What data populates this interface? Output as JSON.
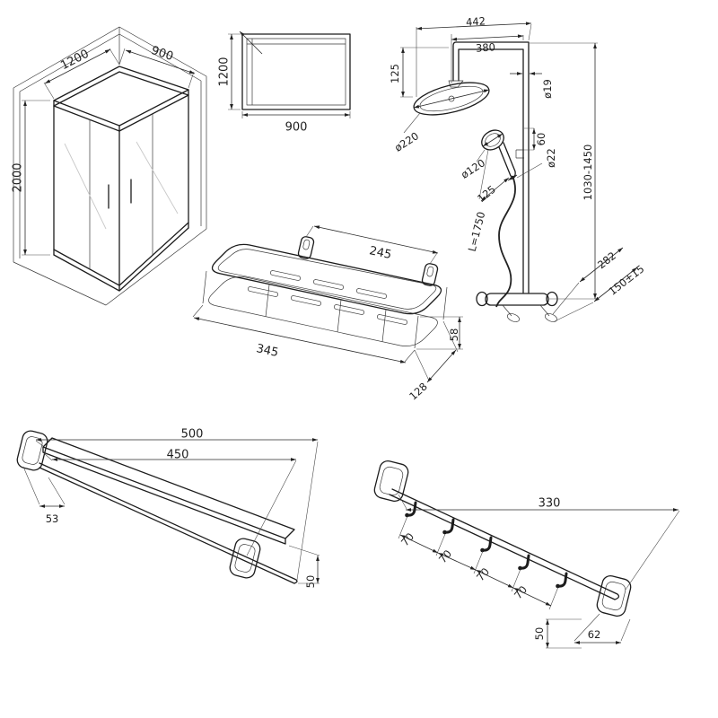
{
  "figures": {
    "enclosure_iso": {
      "width": "1200",
      "depth": "900",
      "height": "2000"
    },
    "enclosure_plan": {
      "depth": "1200",
      "width": "900"
    },
    "shower_system": {
      "dims": {
        "top_outer": "442",
        "top_inner": "380",
        "head_drop": "125",
        "head_dia": "ø220",
        "hand_dia": "ø120",
        "pipe_dia": "ø19",
        "holder_offset": "60",
        "hose_dia": "ø22",
        "hand_offset": "125",
        "hose_length": "L=1750",
        "column_height": "1030-1450",
        "wall_distance": "282",
        "inlet_spacing": "150±15"
      }
    },
    "basket": {
      "dims": {
        "bracket_spacing": "245",
        "length": "345",
        "width": "128",
        "height": "58"
      }
    },
    "towel_shelf": {
      "dims": {
        "overall_length": "500",
        "mount_centers": "450",
        "plate_width": "53",
        "bar_drop": "50"
      }
    },
    "hook_rail": {
      "dims": {
        "overall_length": "330",
        "hook_pitch": [
          "70",
          "70",
          "70",
          "70"
        ],
        "hook_drop": "50",
        "plate_width": "62"
      }
    }
  }
}
